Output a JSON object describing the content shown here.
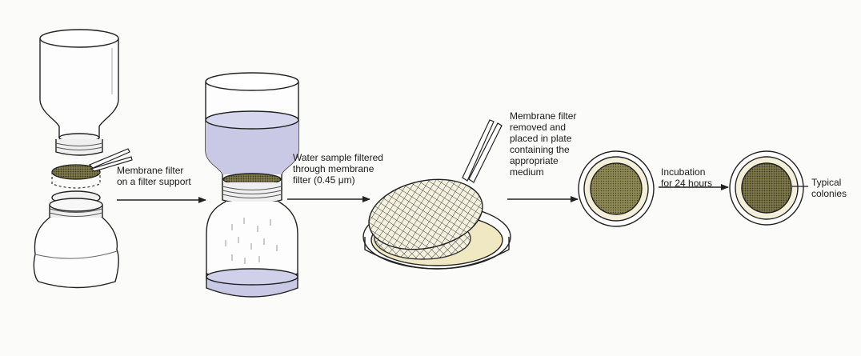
{
  "steps": {
    "step1": {
      "line1": "Membrane filter",
      "line2": "on a filter support"
    },
    "step2": {
      "line1": "Water sample filtered",
      "line2": "through membrane",
      "line3": "filter (0.45 μm)"
    },
    "step3": {
      "line1": "Membrane filter",
      "line2": "removed and",
      "line3": "placed in plate",
      "line4": "containing the",
      "line5": "appropriate",
      "line6": "medium"
    },
    "step4": {
      "line1": "Incubation",
      "line2": "for 24 hours"
    },
    "step5": {
      "line1": "Typical",
      "line2": "colonies"
    }
  },
  "colors": {
    "water": "#c9c9e6",
    "medium": "#efe8c2",
    "membrane": "#8f8a55",
    "outline": "#222222"
  }
}
